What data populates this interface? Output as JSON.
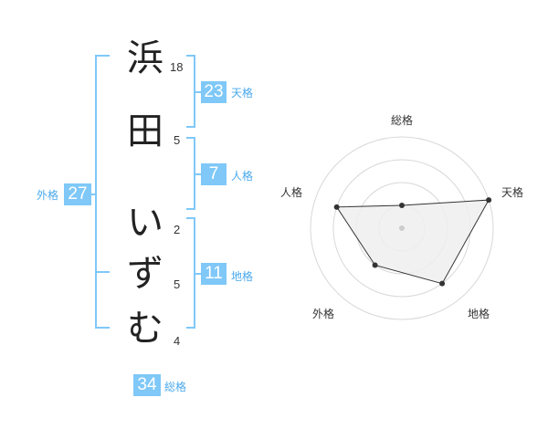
{
  "name": {
    "characters": [
      {
        "char": "浜",
        "strokes": "18"
      },
      {
        "char": "田",
        "strokes": "5"
      },
      {
        "char": "い",
        "strokes": "2"
      },
      {
        "char": "ず",
        "strokes": "5"
      },
      {
        "char": "む",
        "strokes": "4"
      }
    ]
  },
  "fortune": {
    "tenkaku": {
      "value": "23",
      "label": "天格"
    },
    "jinkaku": {
      "value": "7",
      "label": "人格"
    },
    "chikaku": {
      "value": "11",
      "label": "地格"
    },
    "gaikaku": {
      "value": "27",
      "label": "外格"
    },
    "soukaku": {
      "value": "34",
      "label": "総格"
    }
  },
  "colors": {
    "accent": "#7fc8f8",
    "accent_text": "#4aa9ec"
  },
  "chart_data": {
    "type": "radar",
    "axes": [
      "総格",
      "天格",
      "地格",
      "外格",
      "人格"
    ],
    "values": [
      1,
      4,
      3,
      2,
      3
    ],
    "rmax": 4,
    "rings": 4
  }
}
